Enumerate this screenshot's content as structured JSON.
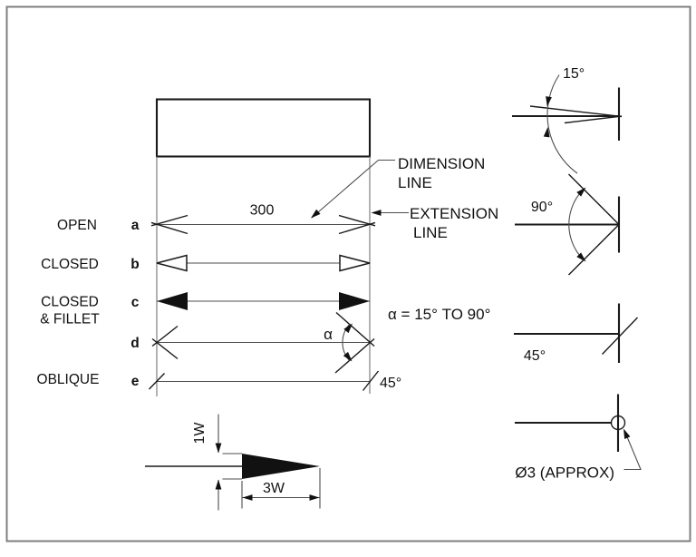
{
  "main_figure": {
    "dimension_value": "300",
    "rows": [
      {
        "label": "OPEN",
        "letter": "a"
      },
      {
        "label": "CLOSED",
        "letter": "b"
      },
      {
        "label": "CLOSED",
        "label2": "& FILLET",
        "letter": "c"
      },
      {
        "letter": "d"
      },
      {
        "label": "OBLIQUE",
        "letter": "e"
      }
    ],
    "callouts": {
      "dimension_line": [
        "DIMENSION",
        "LINE"
      ],
      "extension_line": [
        "EXTENSION",
        "LINE"
      ]
    },
    "alpha_symbol": "α",
    "alpha_range": "α = 15° TO 90°",
    "oblique_angle_label": "45°"
  },
  "details": {
    "angle_15": {
      "label": "15°"
    },
    "angle_90": {
      "label": "90°"
    },
    "angle_45": {
      "label": "45°"
    },
    "dot": {
      "label": "Ø3 (APPROX)"
    }
  },
  "proportions": {
    "width_label": "1W",
    "length_label": "3W"
  },
  "colors": {
    "background": "#ffffff",
    "border": "#7f7f7f",
    "object_line": "#1a1a1a",
    "dimension_line": "#4d4d4d",
    "extension_line": "#808080",
    "arrow_fill": "#111111"
  }
}
